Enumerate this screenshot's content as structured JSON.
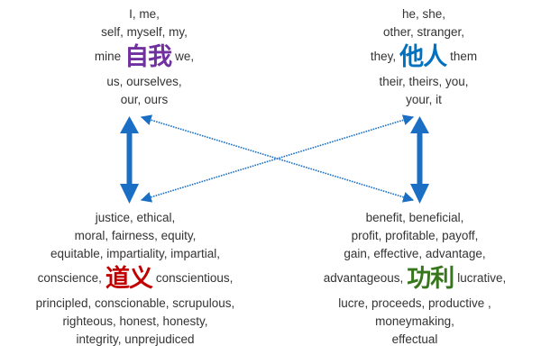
{
  "colors": {
    "self": "#7030a0",
    "others": "#0070c0",
    "righteousness": "#c00000",
    "utility": "#38761d",
    "arrow": "#1a6fc4",
    "text": "#333333"
  },
  "quadrants": {
    "top_left": {
      "keyword": "自我",
      "lines_before": [
        "I, me,",
        "self, myself, my,"
      ],
      "keyword_left": "mine",
      "keyword_right": "we,",
      "lines_after": [
        "us, ourselves,",
        "our, ours"
      ]
    },
    "top_right": {
      "keyword": "他人",
      "lines_before": [
        "he, she,",
        "other, stranger,"
      ],
      "keyword_left": "they,",
      "keyword_right": "them",
      "lines_after": [
        "their, theirs, you,",
        "your, it"
      ]
    },
    "bottom_left": {
      "keyword": "道义",
      "lines_before": [
        "justice, ethical,",
        "moral, fairness, equity,",
        "equitable, impartiality, impartial,"
      ],
      "keyword_left": "conscience,",
      "keyword_right": "conscientious,",
      "lines_after": [
        "principled, conscionable, scrupulous,",
        "righteous, honest, honesty,",
        "integrity, unprejudiced"
      ]
    },
    "bottom_right": {
      "keyword": "功利",
      "lines_before": [
        "benefit, beneficial,",
        "profit, profitable, payoff,",
        "gain, effective, advantage,"
      ],
      "keyword_left": "advantageous,",
      "keyword_right": "lucrative,",
      "lines_after": [
        "lucre, proceeds, productive ,",
        "moneymaking,",
        "effectual"
      ]
    }
  },
  "arrows": [
    {
      "from": "top_left",
      "to": "bottom_left",
      "style": "solid-double"
    },
    {
      "from": "top_right",
      "to": "bottom_right",
      "style": "solid-double"
    },
    {
      "from": "top_left",
      "to": "bottom_right",
      "style": "dotted-double"
    },
    {
      "from": "top_right",
      "to": "bottom_left",
      "style": "dotted-double"
    }
  ]
}
